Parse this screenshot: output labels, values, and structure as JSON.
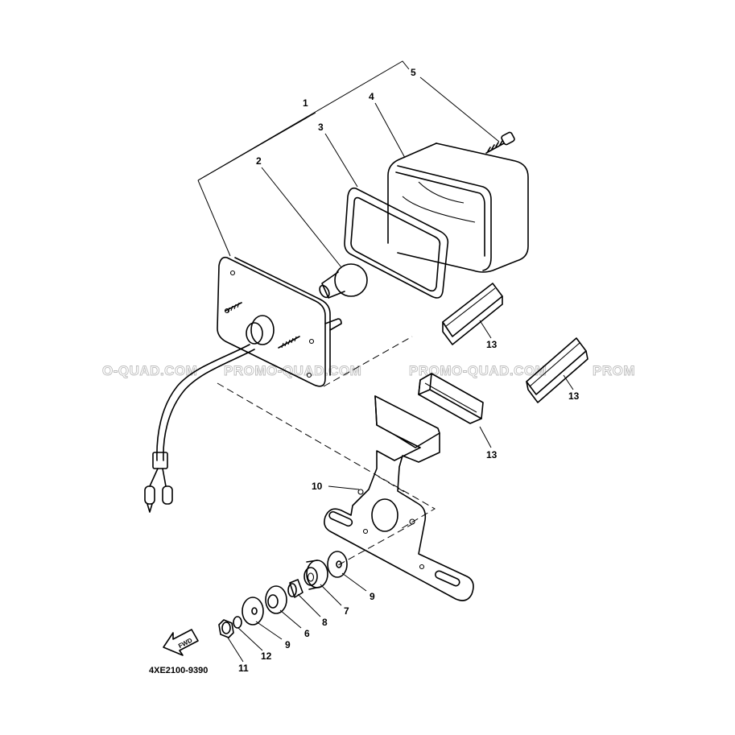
{
  "diagram_code": "4XE2100-9390",
  "fwd_label": "FWD",
  "watermark": {
    "w1": "O-QUAD.COM",
    "w2": "PROMO-QUAD.COM",
    "w3": "PROMO-QUAD.COM",
    "w4": "PROM"
  },
  "callouts": {
    "c1": "1",
    "c2": "2",
    "c3": "3",
    "c4": "4",
    "c5": "5",
    "c6": "6",
    "c7": "7",
    "c8": "8",
    "c9a": "9",
    "c9b": "9",
    "c10": "10",
    "c11": "11",
    "c12": "12",
    "c13a": "13",
    "c13b": "13",
    "c13c": "13"
  }
}
